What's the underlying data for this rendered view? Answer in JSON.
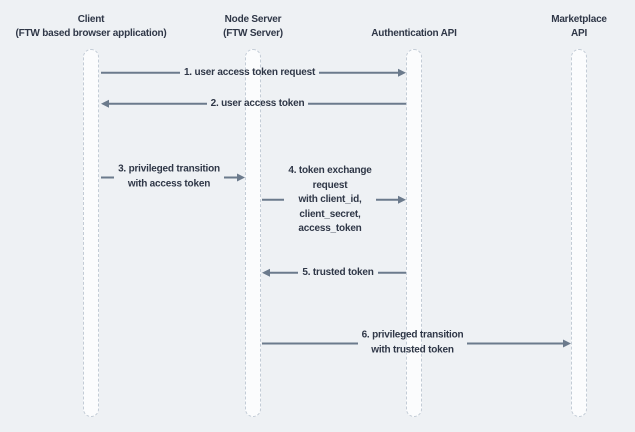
{
  "colors": {
    "background": "#eef1f4",
    "text": "#2f3747",
    "arrow": "#6b7a8c",
    "lifeline_fill": "#fbfcfd",
    "lifeline_border": "#c3ccd6"
  },
  "actors": [
    {
      "label": "Client\n(FTW based browser application)"
    },
    {
      "label": "Node Server\n(FTW Server)"
    },
    {
      "label": "Authentication API"
    },
    {
      "label": "Marketplace API"
    }
  ],
  "messages": [
    {
      "label": "1. user access token request",
      "from": "Client",
      "to": "Authentication API",
      "direction": "right"
    },
    {
      "label": "2. user access token",
      "from": "Authentication API",
      "to": "Client",
      "direction": "left"
    },
    {
      "label": "3. privileged transition\nwith access token",
      "from": "Client",
      "to": "Node Server",
      "direction": "right"
    },
    {
      "label": "4. token exchange\nrequest\nwith client_id,\nclient_secret,\naccess_token",
      "from": "Node Server",
      "to": "Authentication API",
      "direction": "right"
    },
    {
      "label": "5. trusted token",
      "from": "Authentication API",
      "to": "Node Server",
      "direction": "left"
    },
    {
      "label": "6. privileged transition\nwith trusted token",
      "from": "Node Server",
      "to": "Marketplace API",
      "direction": "right"
    }
  ]
}
